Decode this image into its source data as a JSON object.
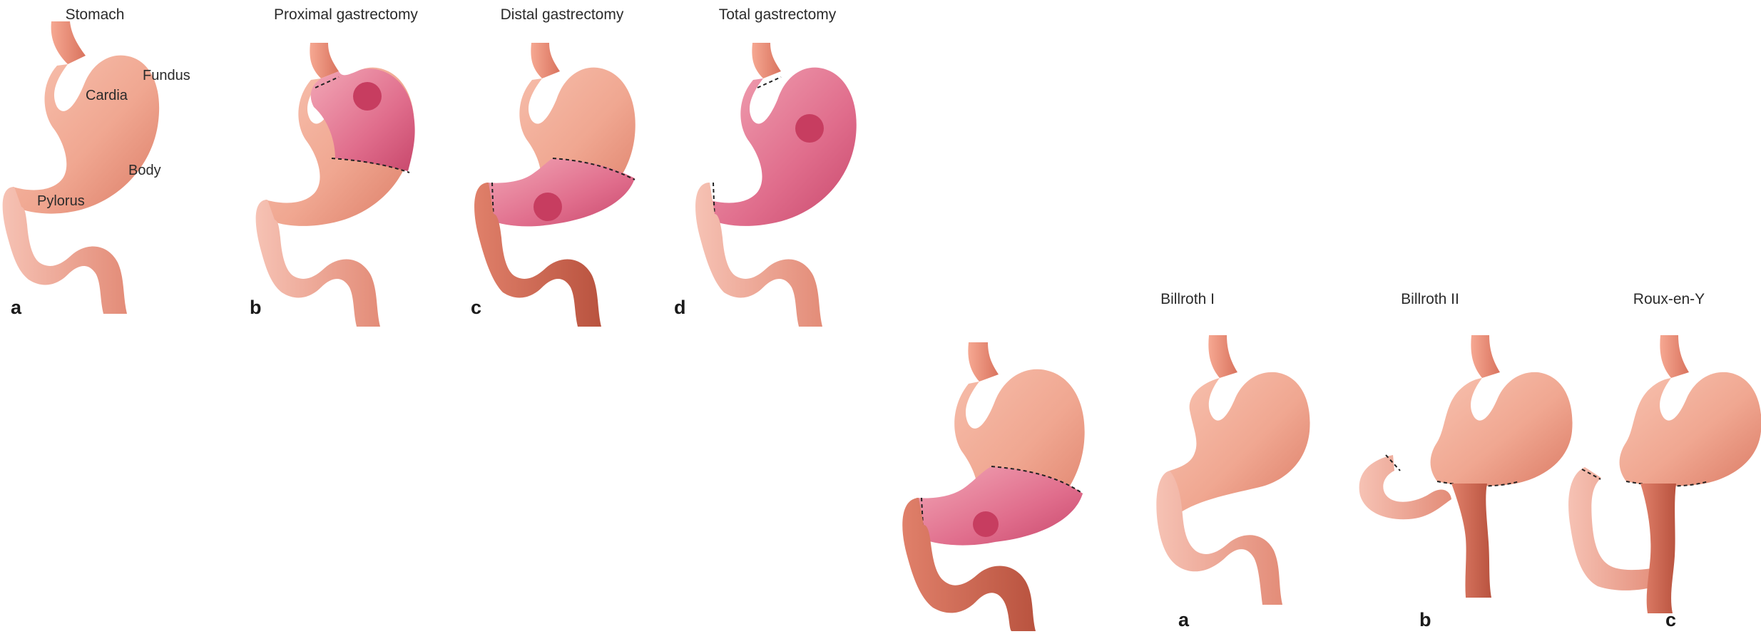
{
  "top_row": {
    "panels": [
      {
        "letter": "a",
        "title": "Stomach"
      },
      {
        "letter": "b",
        "title": "Proximal gastrectomy"
      },
      {
        "letter": "c",
        "title": "Distal gastrectomy"
      },
      {
        "letter": "d",
        "title": "Total gastrectomy"
      }
    ],
    "parts": {
      "fundus": "Fundus",
      "cardia": "Cardia",
      "body": "Body",
      "pylorus": "Pylorus"
    }
  },
  "bottom_row": {
    "panels": [
      {
        "letter": "a",
        "title": "Billroth I"
      },
      {
        "letter": "b",
        "title": "Billroth II"
      },
      {
        "letter": "c",
        "title": "Roux-en-Y"
      }
    ]
  },
  "colors": {
    "stomach_light": "#f6b7a4",
    "stomach_dark": "#dd7a64",
    "resected": "#d9557a",
    "tumor": "#c73d60",
    "duodenum": "#cf6a55"
  }
}
